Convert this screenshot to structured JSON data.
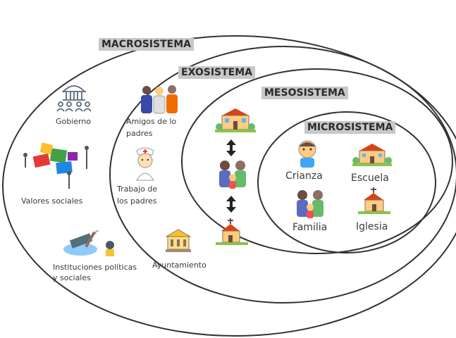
{
  "levels": {
    "macro": "MACROSISTEMA",
    "exo": "EXOSISTEMA",
    "meso": "MESOSISTEMA",
    "micro": "MICROSISTEMA"
  },
  "macro_items": {
    "gobierno": "Gobierno",
    "valores": "Valores sociales",
    "instituciones_1": "Instituciones políticas",
    "instituciones_2": "y sociales"
  },
  "exo_items": {
    "amigos_1": "Amigos de lo",
    "amigos_2": "padres",
    "trabajo_1": "Trabajo de",
    "trabajo_2": "los  padres",
    "ayuntamiento": "Ayuntamiento"
  },
  "micro_items": {
    "crianza": "Crianza",
    "escuela": "Escuela",
    "familia": "Familia",
    "iglesia": "Iglesia"
  },
  "colors": {
    "ring": "#333333",
    "label_bg": "#c8c8c8",
    "text": "#3a3a3a"
  }
}
